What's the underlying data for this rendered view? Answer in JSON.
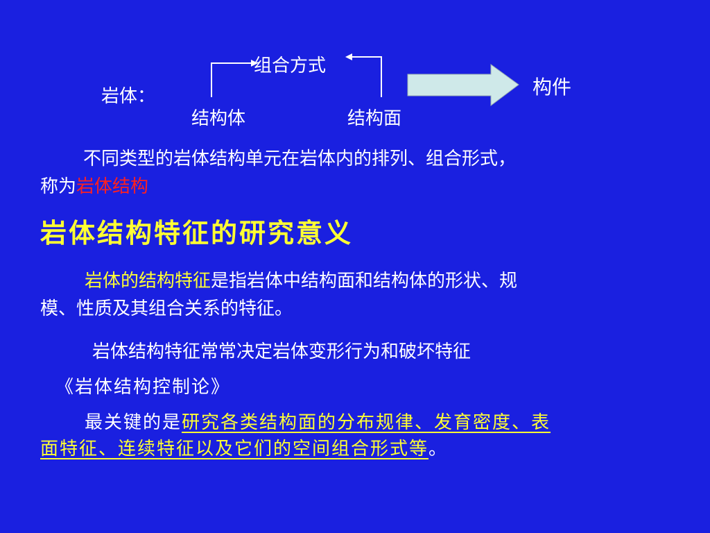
{
  "diagram": {
    "label_rock_mass": "岩体：",
    "combination": "组合方式",
    "structural_body": "结构体",
    "structural_plane": "结构面",
    "component": "构件",
    "arrow_color": "#cfe9e9"
  },
  "para1": {
    "line1": "不同类型的岩体结构单元在岩体内的排列、组合形式，",
    "line2_prefix": "称为",
    "line2_highlight": "岩体结构"
  },
  "heading": "岩体结构特征的研究意义",
  "para2": {
    "highlight": "岩体的结构特征",
    "line1_rest": "是指岩体中结构面和结构体的形状、规",
    "line2": "模、性质及其组合关系的特征。"
  },
  "para3": "岩体结构特征常常决定岩体变形行为和破坏特征",
  "book_title": "《岩体结构控制论》",
  "para4": {
    "lead": "最关键的是",
    "underlined_line1": "研究各类结构面的分布规律、发育密度、表",
    "underlined_line2": "面特征、连续特征以及它们的空间组合形式等",
    "end": "。"
  },
  "colors": {
    "background": "#1a20e0",
    "text": "#ffffff",
    "highlight_yellow": "#ffff33",
    "highlight_red": "#ff2020"
  }
}
